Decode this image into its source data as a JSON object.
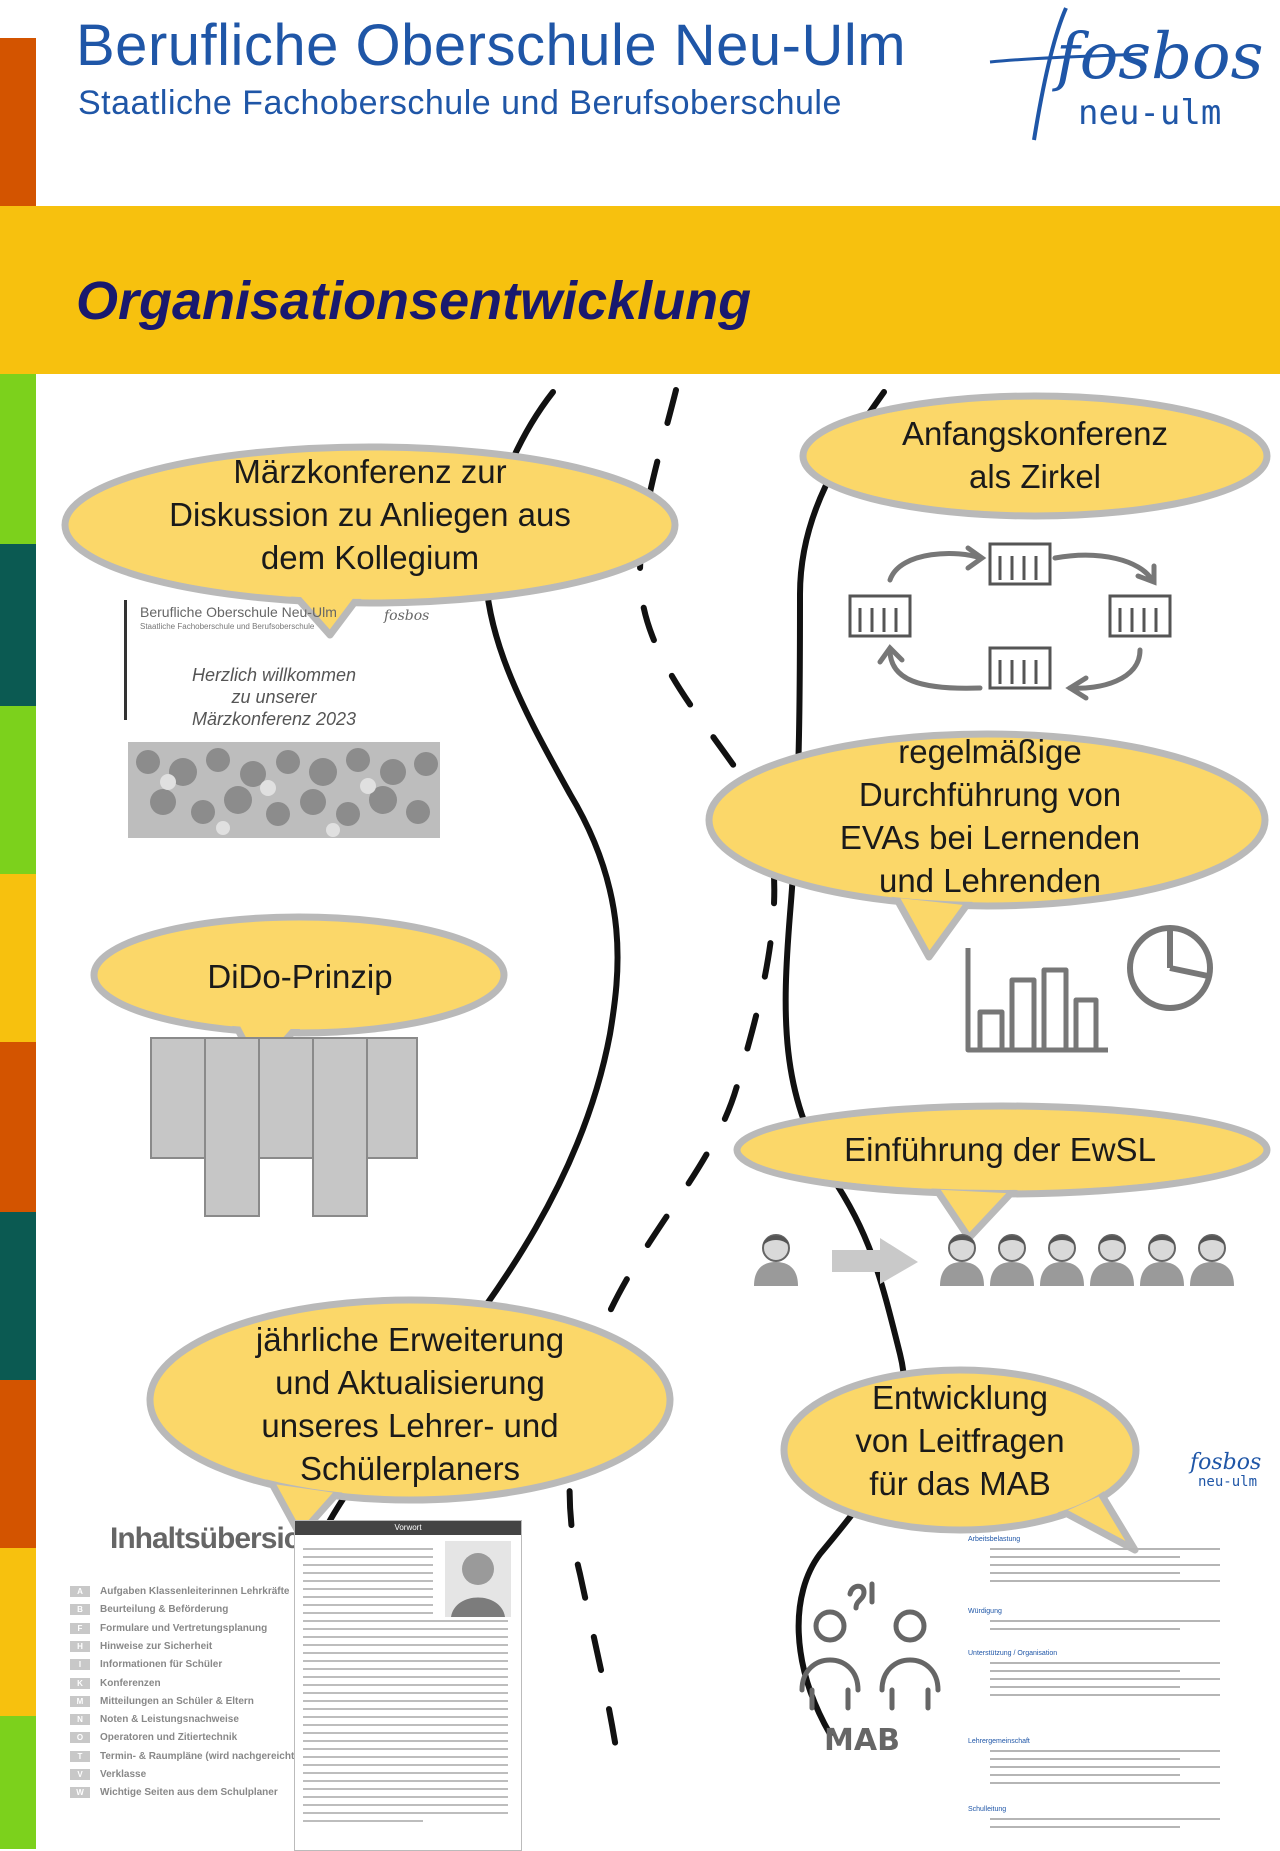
{
  "header": {
    "title": "Berufliche Oberschule Neu-Ulm",
    "subtitle": "Staatliche Fachoberschule und Berufsoberschule",
    "logo_top": "fosbos",
    "logo_bottom": "neu-ulm"
  },
  "banner": {
    "title": "Organisationsentwicklung"
  },
  "colors": {
    "accent_blue": "#1f56a7",
    "banner_yellow": "#f7c10e",
    "bubble_yellow": "#fbd769",
    "bubble_border": "#b9b9b9",
    "stripes": [
      "#d35400",
      "#7cd11c",
      "#0b5a52",
      "#7cd11c",
      "#f7c10e",
      "#d35400",
      "#0b5a52",
      "#d35400",
      "#f7c10e",
      "#7cd11c"
    ]
  },
  "bubbles": {
    "maerz": [
      "Märzkonferenz zur",
      "Diskussion zu Anliegen aus",
      "dem Kollegium"
    ],
    "dido": [
      "DiDo-Prinzip"
    ],
    "planer": [
      "jährliche Erweiterung",
      "und Aktualisierung",
      "unseres Lehrer- und",
      "Schülerplaners"
    ],
    "anfang": [
      "Anfangskonferenz",
      "als Zirkel"
    ],
    "evas": [
      "regelmäßige",
      "Durchführung von",
      "EVAs bei Lernenden",
      "und Lehrenden"
    ],
    "ewsl": [
      "Einführung der EwSL"
    ],
    "leitfragen": [
      "Entwicklung",
      "von Leitfragen",
      "für das MAB"
    ]
  },
  "invitation": {
    "school": "Berufliche Oberschule Neu-Ulm",
    "school_sub": "Staatliche Fachoberschule und Berufsoberschule",
    "line1": "Herzlich willkommen",
    "line2": "zu unserer",
    "line3": "Märzkonferenz 2023"
  },
  "toc": {
    "title": "Inhaltsübersicht",
    "items": [
      {
        "key": "A",
        "label": "Aufgaben Klassenleiterinnen Lehrkräfte"
      },
      {
        "key": "B",
        "label": "Beurteilung & Beförderung"
      },
      {
        "key": "F",
        "label": "Formulare und Vertretungsplanung"
      },
      {
        "key": "H",
        "label": "Hinweise zur Sicherheit"
      },
      {
        "key": "I",
        "label": "Informationen für Schüler"
      },
      {
        "key": "K",
        "label": "Konferenzen"
      },
      {
        "key": "M",
        "label": "Mitteilungen an Schüler & Eltern"
      },
      {
        "key": "N",
        "label": "Noten & Leistungsnachweise"
      },
      {
        "key": "O",
        "label": "Operatoren und Zitiertechnik"
      },
      {
        "key": "T",
        "label": "Termin- & Raumpläne (wird nachgereicht)"
      },
      {
        "key": "V",
        "label": "Verklasse"
      },
      {
        "key": "W",
        "label": "Wichtige Seiten aus dem Schulplaner"
      }
    ],
    "vorwort_title": "Vorwort"
  },
  "mab_doc": {
    "logo_top": "fosbos",
    "logo_bottom": "neu-ulm",
    "label": "MAB",
    "sections": [
      "Arbeitsbelastung",
      "Würdigung",
      "Unterstützung / Organisation",
      "Lehrergemeinschaft",
      "Schulleitung"
    ]
  },
  "icons": [
    "circle-arrows-icon",
    "bar-chart-icon",
    "pie-chart-icon",
    "person-icon",
    "arrow-right-icon",
    "people-icon"
  ]
}
